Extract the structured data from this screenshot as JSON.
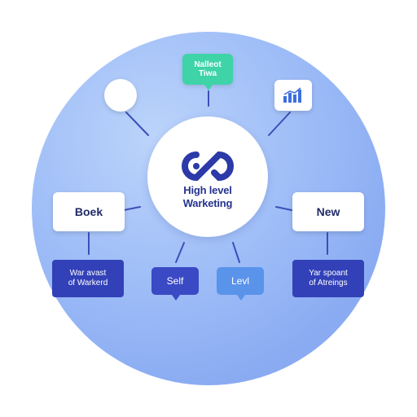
{
  "center": {
    "line1": "High level",
    "line2": "Warketing",
    "logo_icon": "infinity-logo-icon"
  },
  "top_bubble": {
    "line1": "Nalleot",
    "line2": "Tiwa"
  },
  "nodes": {
    "left_box": "Boek",
    "right_box": "New",
    "dark_left": {
      "line1": "War avast",
      "line2": "of Warkerd"
    },
    "dark_right": {
      "line1": "Yar spoant",
      "line2": "of Atreings"
    },
    "tag_self": "Self",
    "tag_level": "Levl"
  },
  "icons": {
    "chart": "bar-chart-icon",
    "circle": "blank-circle-node"
  },
  "colors": {
    "disc": "#9dbcf7",
    "dark_node": "#3241b8",
    "tag_self": "#3a49c4",
    "tag_level": "#5a93ea",
    "accent_green": "#3fd3a8",
    "text_dark": "#26338f"
  }
}
